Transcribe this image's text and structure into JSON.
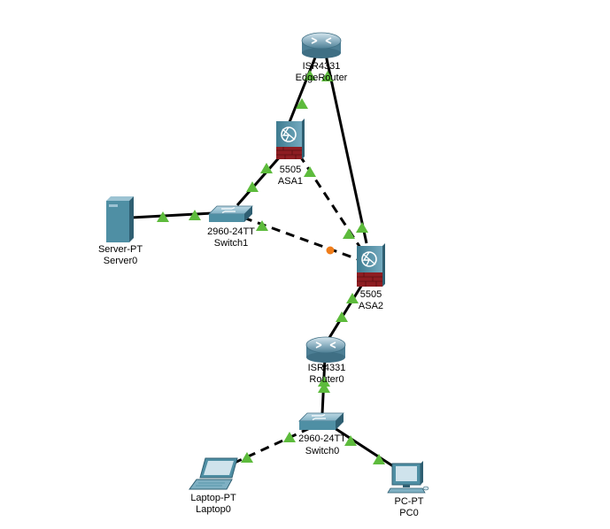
{
  "colors": {
    "link": "#000000",
    "link_up": "#5dbb3c",
    "link_pending": "#f07d1a",
    "device_teal": "#4f8fa4",
    "firewall_red": "#8e1d22"
  },
  "devices": {
    "edge_router": {
      "model": "ISR4331",
      "name": "EdgeRouter",
      "icon": "router-icon"
    },
    "asa1": {
      "model": "5505",
      "name": "ASA1",
      "icon": "firewall-icon"
    },
    "asa2": {
      "model": "5505",
      "name": "ASA2",
      "icon": "firewall-icon"
    },
    "switch1": {
      "model": "2960-24TT",
      "name": "Switch1",
      "icon": "switch-icon"
    },
    "server0": {
      "model": "Server-PT",
      "name": "Server0",
      "icon": "server-icon"
    },
    "router0": {
      "model": "ISR4331",
      "name": "Router0",
      "icon": "router-icon"
    },
    "switch0": {
      "model": "2960-24TT",
      "name": "Switch0",
      "icon": "switch-icon"
    },
    "laptop0": {
      "model": "Laptop-PT",
      "name": "Laptop0",
      "icon": "laptop-icon"
    },
    "pc0": {
      "model": "PC-PT",
      "name": "PC0",
      "icon": "pc-icon"
    }
  },
  "links": [
    {
      "from": "EdgeRouter",
      "to": "ASA1",
      "style": "solid",
      "status": "up"
    },
    {
      "from": "EdgeRouter",
      "to": "ASA2",
      "style": "solid",
      "status": "up"
    },
    {
      "from": "ASA1",
      "to": "ASA2",
      "style": "dashed",
      "status": "up"
    },
    {
      "from": "ASA1",
      "to": "Switch1",
      "style": "solid",
      "status": "up"
    },
    {
      "from": "Server0",
      "to": "Switch1",
      "style": "solid",
      "status": "up"
    },
    {
      "from": "Switch1",
      "to": "ASA2",
      "style": "dashed",
      "status": "pending"
    },
    {
      "from": "ASA2",
      "to": "Router0",
      "style": "solid",
      "status": "up"
    },
    {
      "from": "Router0",
      "to": "Switch0",
      "style": "solid",
      "status": "up"
    },
    {
      "from": "Switch0",
      "to": "Laptop0",
      "style": "dashed",
      "status": "up"
    },
    {
      "from": "Switch0",
      "to": "PC0",
      "style": "solid",
      "status": "up"
    }
  ]
}
